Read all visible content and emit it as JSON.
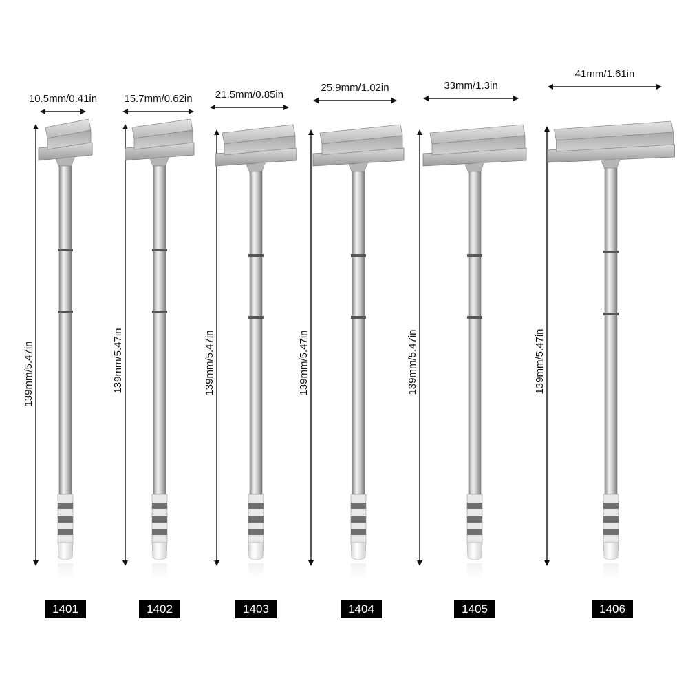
{
  "products": [
    {
      "model": "1401",
      "tip_width": "10.5mm/0.41in",
      "length": "139mm/5.47in"
    },
    {
      "model": "1402",
      "tip_width": "15.7mm/0.62in",
      "length": "139mm/5.47in"
    },
    {
      "model": "1403",
      "tip_width": "21.5mm/0.85in",
      "length": "139mm/5.47in"
    },
    {
      "model": "1404",
      "tip_width": "25.9mm/1.02in",
      "length": "139mm/5.47in"
    },
    {
      "model": "1405",
      "tip_width": "33mm/1.3in",
      "length": "139mm/5.47in"
    },
    {
      "model": "1406",
      "tip_width": "41mm/1.61in",
      "length": "139mm/5.47in"
    }
  ],
  "colors": {
    "background": "#ffffff",
    "label_bg": "#000000",
    "label_text": "#ffffff",
    "metal_light": "#d9d9d9",
    "metal_dark": "#8f8f8f"
  }
}
